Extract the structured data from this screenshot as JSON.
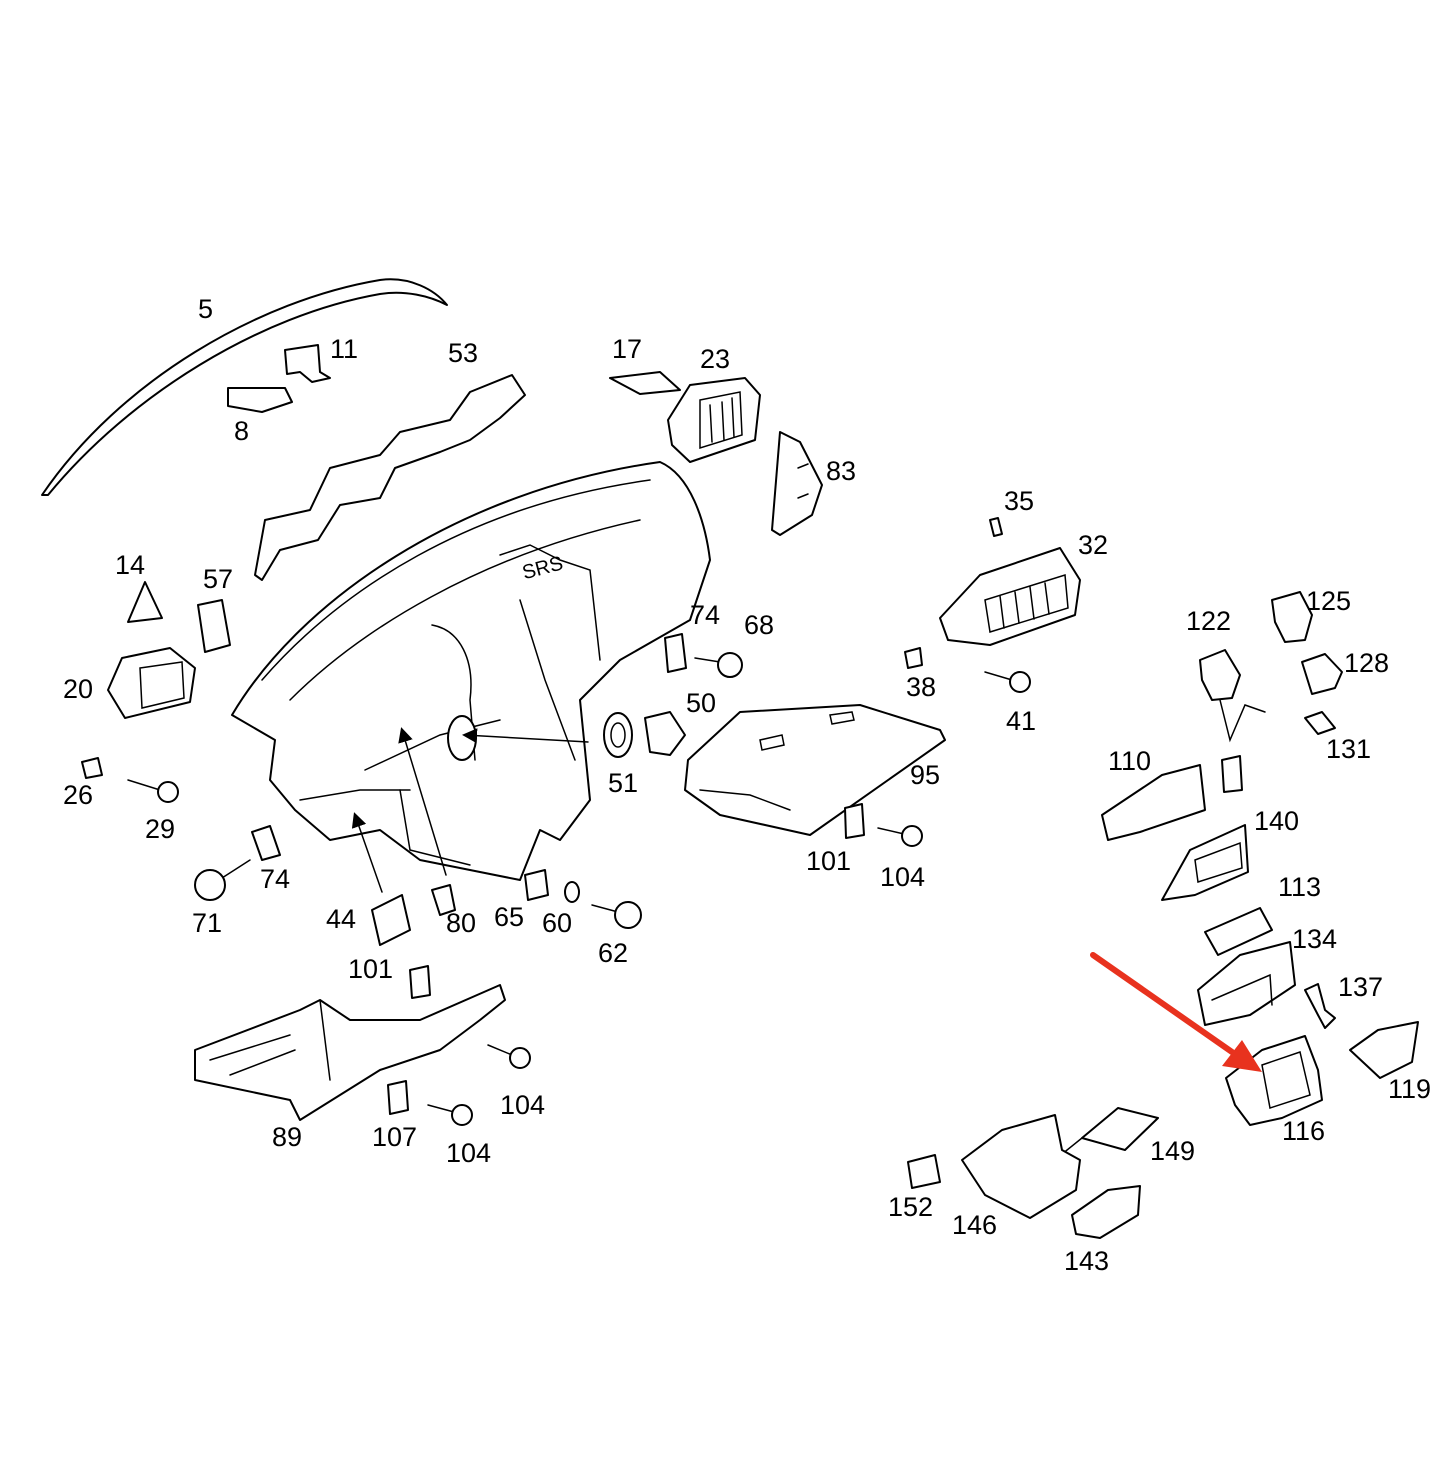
{
  "diagram": {
    "type": "exploded-parts-diagram",
    "embossed_text": "SRS",
    "highlight_arrow": {
      "color": "#e8321e",
      "target_part": "116"
    },
    "callouts": [
      "5",
      "11",
      "8",
      "53",
      "17",
      "23",
      "83",
      "14",
      "57",
      "20",
      "26",
      "29",
      "74",
      "71",
      "44",
      "101",
      "80",
      "65",
      "60",
      "62",
      "51",
      "50",
      "68",
      "38",
      "41",
      "35",
      "32",
      "95",
      "104",
      "122",
      "125",
      "128",
      "131",
      "110",
      "140",
      "113",
      "134",
      "137",
      "119",
      "116",
      "149",
      "152",
      "146",
      "143",
      "89",
      "107"
    ]
  }
}
